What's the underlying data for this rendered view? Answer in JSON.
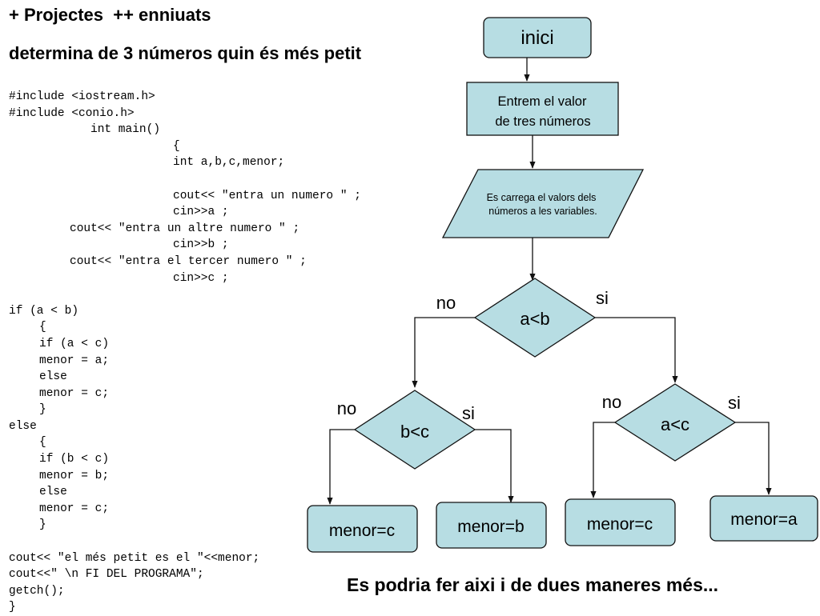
{
  "slide": {
    "title": "+ Projectes  ++ enniuats",
    "subtitle": "determina de 3 números quin és més petit",
    "footer": "Es podria fer aixi i de dues maneres més..."
  },
  "code": [
    {
      "indent": 0,
      "text": "#include <iostream.h>"
    },
    {
      "indent": 0,
      "text": "#include <conio.h>"
    },
    {
      "indent": 3,
      "text": "int main()"
    },
    {
      "indent": 5,
      "text": "{"
    },
    {
      "indent": 5,
      "text": "int a,b,c,menor;"
    },
    {
      "indent": 0,
      "text": ""
    },
    {
      "indent": 5,
      "text": "cout<< \"entra un numero \" ;"
    },
    {
      "indent": 5,
      "text": "cin>>a ;"
    },
    {
      "indent": 2,
      "text": "cout<< \"entra un altre numero \" ;"
    },
    {
      "indent": 5,
      "text": "cin>>b ;"
    },
    {
      "indent": 2,
      "text": "cout<< \"entra el tercer numero \" ;"
    },
    {
      "indent": 5,
      "text": "cin>>c ;"
    },
    {
      "indent": 0,
      "text": ""
    },
    {
      "indent": 0,
      "text": "if (a < b)"
    },
    {
      "indent": 1,
      "text": "{"
    },
    {
      "indent": 1,
      "text": "if (a < c)"
    },
    {
      "indent": 1,
      "text": "menor = a;"
    },
    {
      "indent": 1,
      "text": "else"
    },
    {
      "indent": 1,
      "text": "menor = c;"
    },
    {
      "indent": 1,
      "text": "}"
    },
    {
      "indent": 0,
      "text": "else"
    },
    {
      "indent": 1,
      "text": "{"
    },
    {
      "indent": 1,
      "text": "if (b < c)"
    },
    {
      "indent": 1,
      "text": "menor = b;"
    },
    {
      "indent": 1,
      "text": "else"
    },
    {
      "indent": 1,
      "text": "menor = c;"
    },
    {
      "indent": 1,
      "text": "}"
    },
    {
      "indent": 0,
      "text": ""
    },
    {
      "indent": 0,
      "text": "cout<< \"el més petit es el \"<<menor;"
    },
    {
      "indent": 0,
      "text": "cout<<\" \\n FI DEL PROGRAMA\";"
    },
    {
      "indent": 0,
      "text": "getch();"
    },
    {
      "indent": 0,
      "text": "}"
    }
  ],
  "flowchart": {
    "colors": {
      "fill": "#b7dde3",
      "stroke": "#111111"
    },
    "start": "inici",
    "input_line1": "Entrem el valor",
    "input_line2": "de tres números",
    "assign_line1": "Es carrega el valors dels",
    "assign_line2": "números  a les variables.",
    "decision_main": "a<b",
    "decision_left": "b<c",
    "decision_right": "a<c",
    "label_no": "no",
    "label_si": "si",
    "out_1": "menor=c",
    "out_2": "menor=b",
    "out_3": "menor=c",
    "out_4": "menor=a"
  }
}
